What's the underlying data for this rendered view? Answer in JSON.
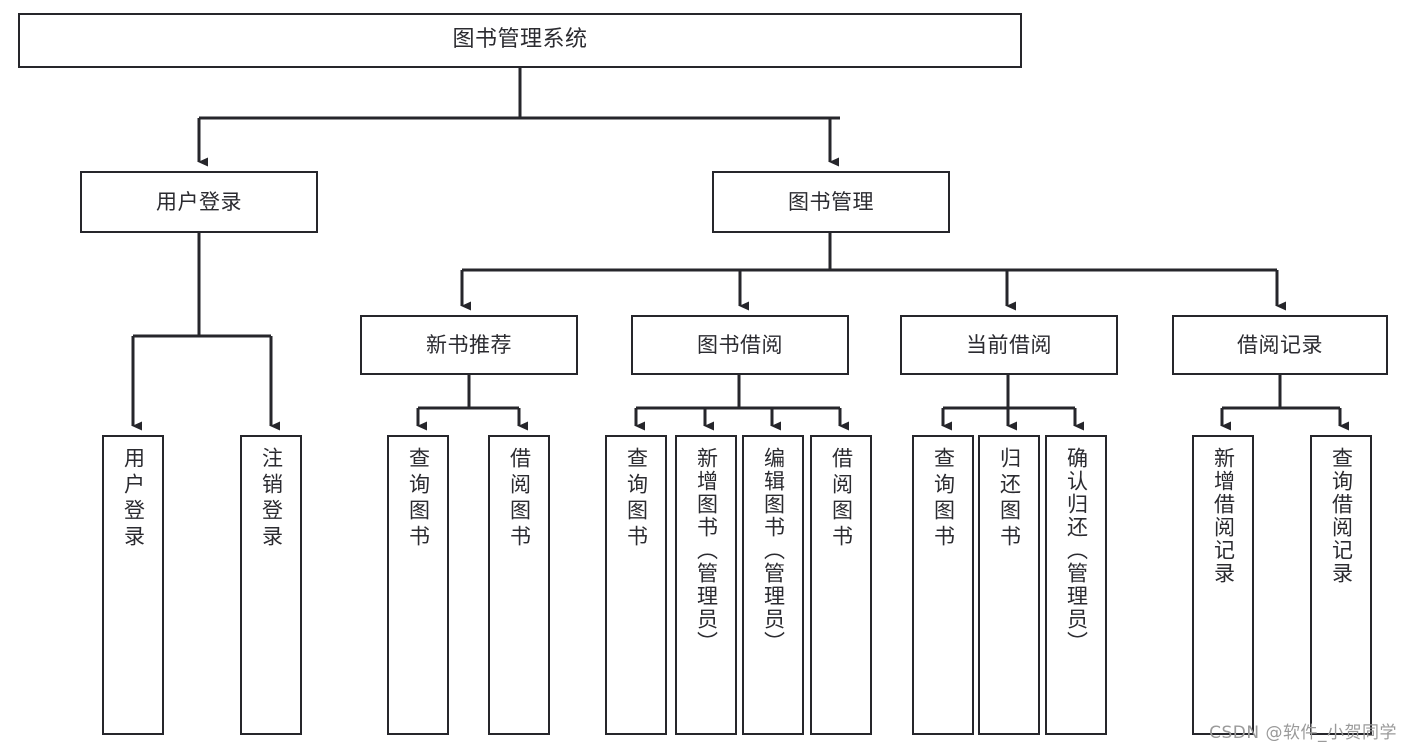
{
  "diagram": {
    "title": "图书管理系统",
    "type": "tree",
    "watermark": "CSDN @软件_小贺同学",
    "colors": {
      "stroke": "#26262b",
      "fill": "#ffffff",
      "text": "#2b2b30",
      "watermark": "#9a9a9a"
    },
    "root": {
      "label": "图书管理系统"
    },
    "level2": [
      {
        "label": "用户登录"
      },
      {
        "label": "图书管理"
      }
    ],
    "level3": [
      {
        "label": "新书推荐"
      },
      {
        "label": "图书借阅"
      },
      {
        "label": "当前借阅"
      },
      {
        "label": "借阅记录"
      }
    ],
    "leaves": {
      "user_login": [
        {
          "label": "用户登录"
        },
        {
          "label": "注销登录"
        }
      ],
      "new_book": [
        {
          "label": "查询图书"
        },
        {
          "label": "借阅图书"
        }
      ],
      "book_borrow": [
        {
          "label": "查询图书"
        },
        {
          "label": "新增图书（管理员）"
        },
        {
          "label": "编辑图书（管理员）"
        },
        {
          "label": "借阅图书"
        }
      ],
      "current_borrow": [
        {
          "label": "查询图书"
        },
        {
          "label": "归还图书"
        },
        {
          "label": "确认归还（管理员）"
        }
      ],
      "borrow_record": [
        {
          "label": "新增借阅记录"
        },
        {
          "label": "查询借阅记录"
        }
      ]
    }
  }
}
